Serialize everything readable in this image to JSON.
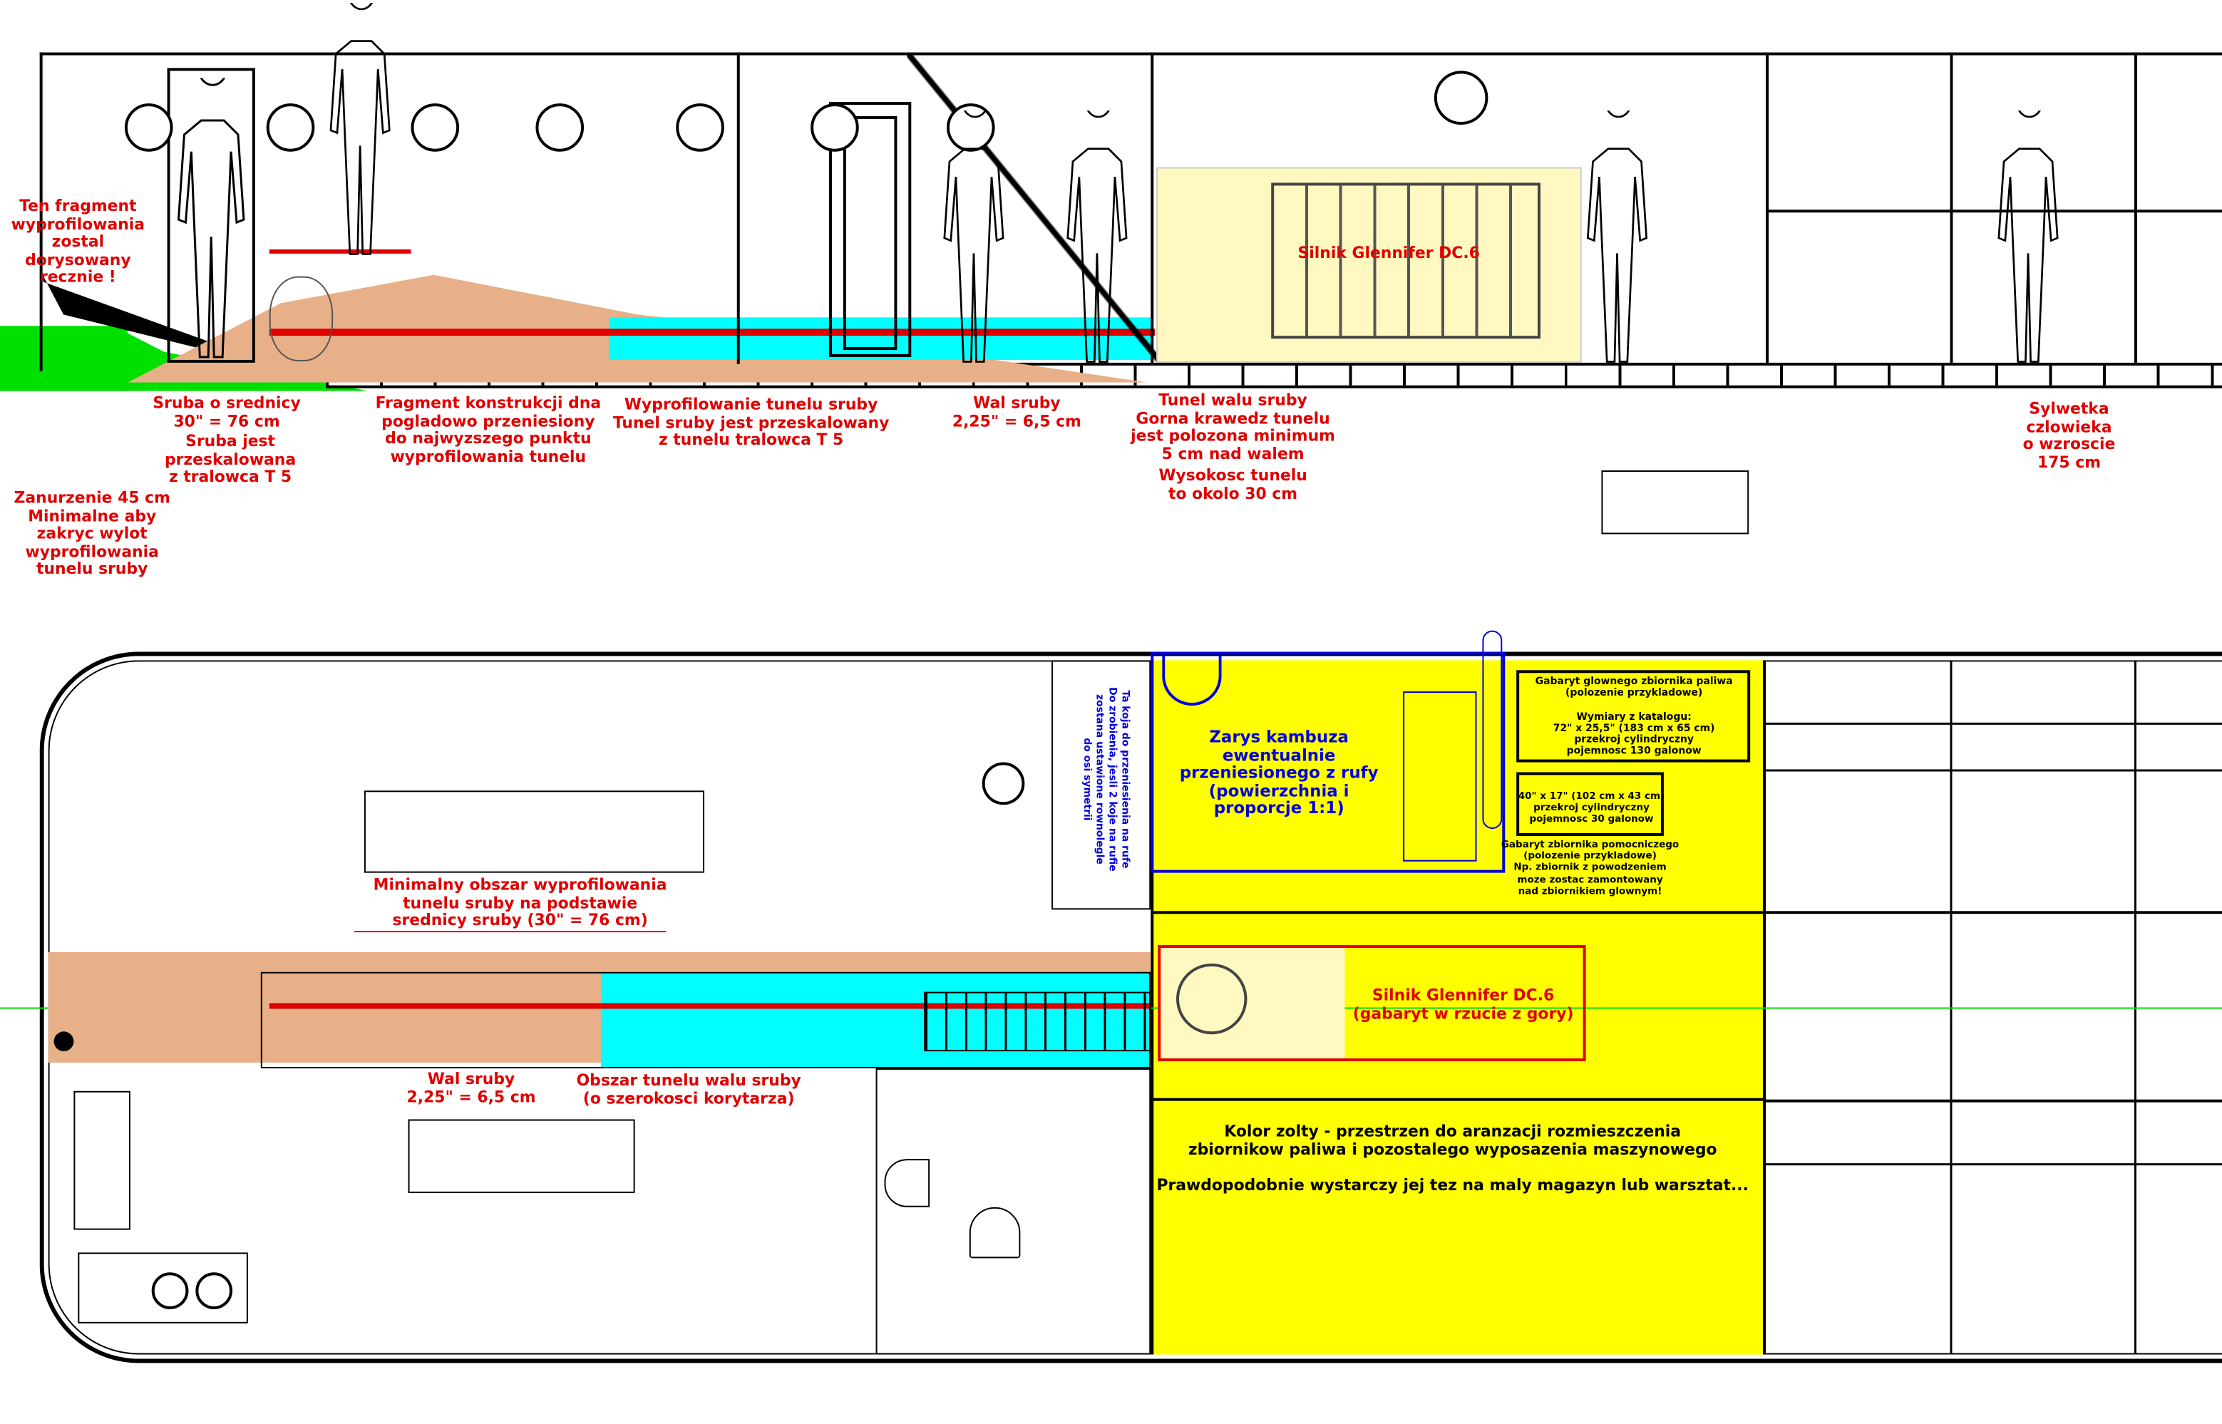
{
  "top_view": {
    "notes": {
      "fragment_hand": "Ten fragment\nwyprofilowania\nzostal dorysowany\nrecznie !",
      "screw_diameter": "Sruba o srednicy\n30\" = 76 cm",
      "screw_scaled": "Sruba jest\nprzeskalowana\nz tralowca T 5",
      "immersion": "Zanurzenie 45 cm\nMinimalne aby\nzakryc wylot\nwyprofilowania\ntunelu sruby",
      "construction_fragment": "Fragment konstrukcji dna\npogladowo przeniesiony\ndo najwyzszego punktu\nwyprofilowania tunelu",
      "tunnel_profile": "Wyprofilowanie tunelu sruby\nTunel sruby jest przeskalowany\nz tunelu tralowca T 5",
      "shaft": "Wal sruby\n2,25\" = 6,5 cm",
      "shaft_tunnel": "Tunel walu sruby\nGorna krawedz tunelu\njest polozona minimum\n5 cm nad walem",
      "tunnel_height": "Wysokosc tunelu\nto okolo 30 cm",
      "engine": "Silnik Glennifer DC.6",
      "silhouette": "Sylwetka\nczlowieka\no wzroscie\n175 cm"
    }
  },
  "plan_view": {
    "berth_note": "Ta koja do przeniesienia na rufe\nDo zrobienia, jesli 2 koje na rufie\nzostana ustawione rownolegle\ndo osi symetrii",
    "galley": "Zarys kambuza ewentualnie\nprzeniesionego z rufy\n(powierzchnia i\nproporcje 1:1)",
    "main_tank": "Gabaryt glownego zbiornika paliwa\n(polozenie przykladowe)\n\nWymiary z katalogu:\n72\" x 25,5\" (183 cm x 65 cm)\nprzekroj cylindryczny\npojemnosc 130 galonow",
    "aux_tank": "40\" x 17\" (102 cm x 43 cm)\nprzekroj cylindryczny\npojemnosc 30 galonow",
    "aux_tank_note": "Gabaryt zbiornika pomocniczego\n(polozenie przykladowe)\nNp. zbiornik z powodzeniem\nmoze zostac zamontowany\nnad zbiornikiem glownym!",
    "min_area": "Minimalny obszar wyprofilowania\ntunelu sruby na podstawie\nsrednicy sruby (30\" = 76 cm)",
    "shaft": "Wal sruby\n2,25\" = 6,5 cm",
    "corridor": "Obszar tunelu walu sruby\n(o szerokosci korytarza)",
    "engine": "Silnik Glennifer DC.6\n(gabaryt w rzucie z gory)",
    "yellow_note": "Kolor zolty - przestrzen do aranzacji rozmieszczenia\nzbiornikow paliwa i pozostalego wyposazenia maszynowego\n\nPrawdopodobnie wystarczy jej tez na maly magazyn lub warsztat..."
  },
  "colors": {
    "annotation": "#e00000",
    "tunnel": "#00ffff",
    "hull_profile": "#e8b088",
    "water": "#00e000",
    "yellow_area": "#ffff00",
    "galley": "#0000e0"
  }
}
